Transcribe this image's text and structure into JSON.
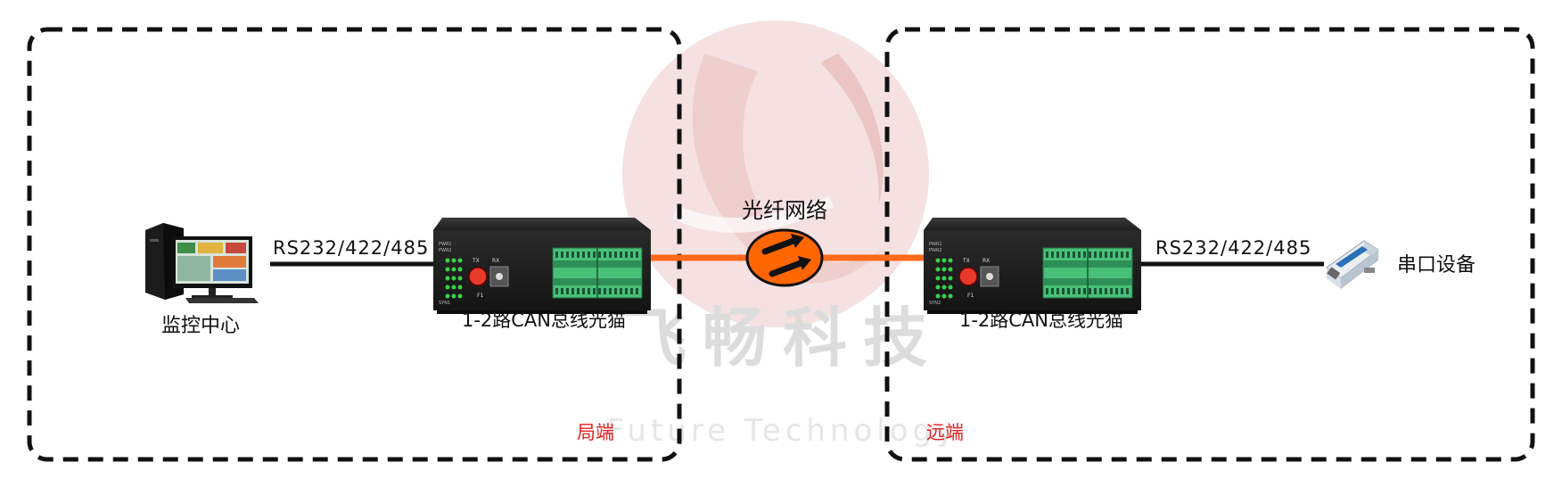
{
  "watermark": {
    "brand": "飞畅科技",
    "english": "Future Technology",
    "color": "#f2d4d4",
    "text_color": "#e4e4e4"
  },
  "network": {
    "label": "光纤网络",
    "cloud_color": "#ff6600",
    "arrow_color": "#111111"
  },
  "fiber_link": {
    "color": "#ff6a1a"
  },
  "left_site": {
    "computer_label": "监控中心",
    "interface_label": "RS232/422/485",
    "device_label": "1-2路CAN总线光猫",
    "zone_label": "局端",
    "zone_label_color": "#e02020"
  },
  "right_site": {
    "interface_label": "RS232/422/485",
    "device_label": "1-2路CAN总线光猫",
    "serial_device_label": "串口设备",
    "zone_label": "远端",
    "zone_label_color": "#e02020"
  },
  "device_panel": {
    "tx_label": "TX",
    "rx_label": "RX",
    "port_label": "F1",
    "led_labels": [
      "PWR1",
      "PWR2",
      "SYN1",
      "SYN2"
    ],
    "indicator_color": "#3ad14a",
    "terminal_color": "#4cc47a"
  }
}
